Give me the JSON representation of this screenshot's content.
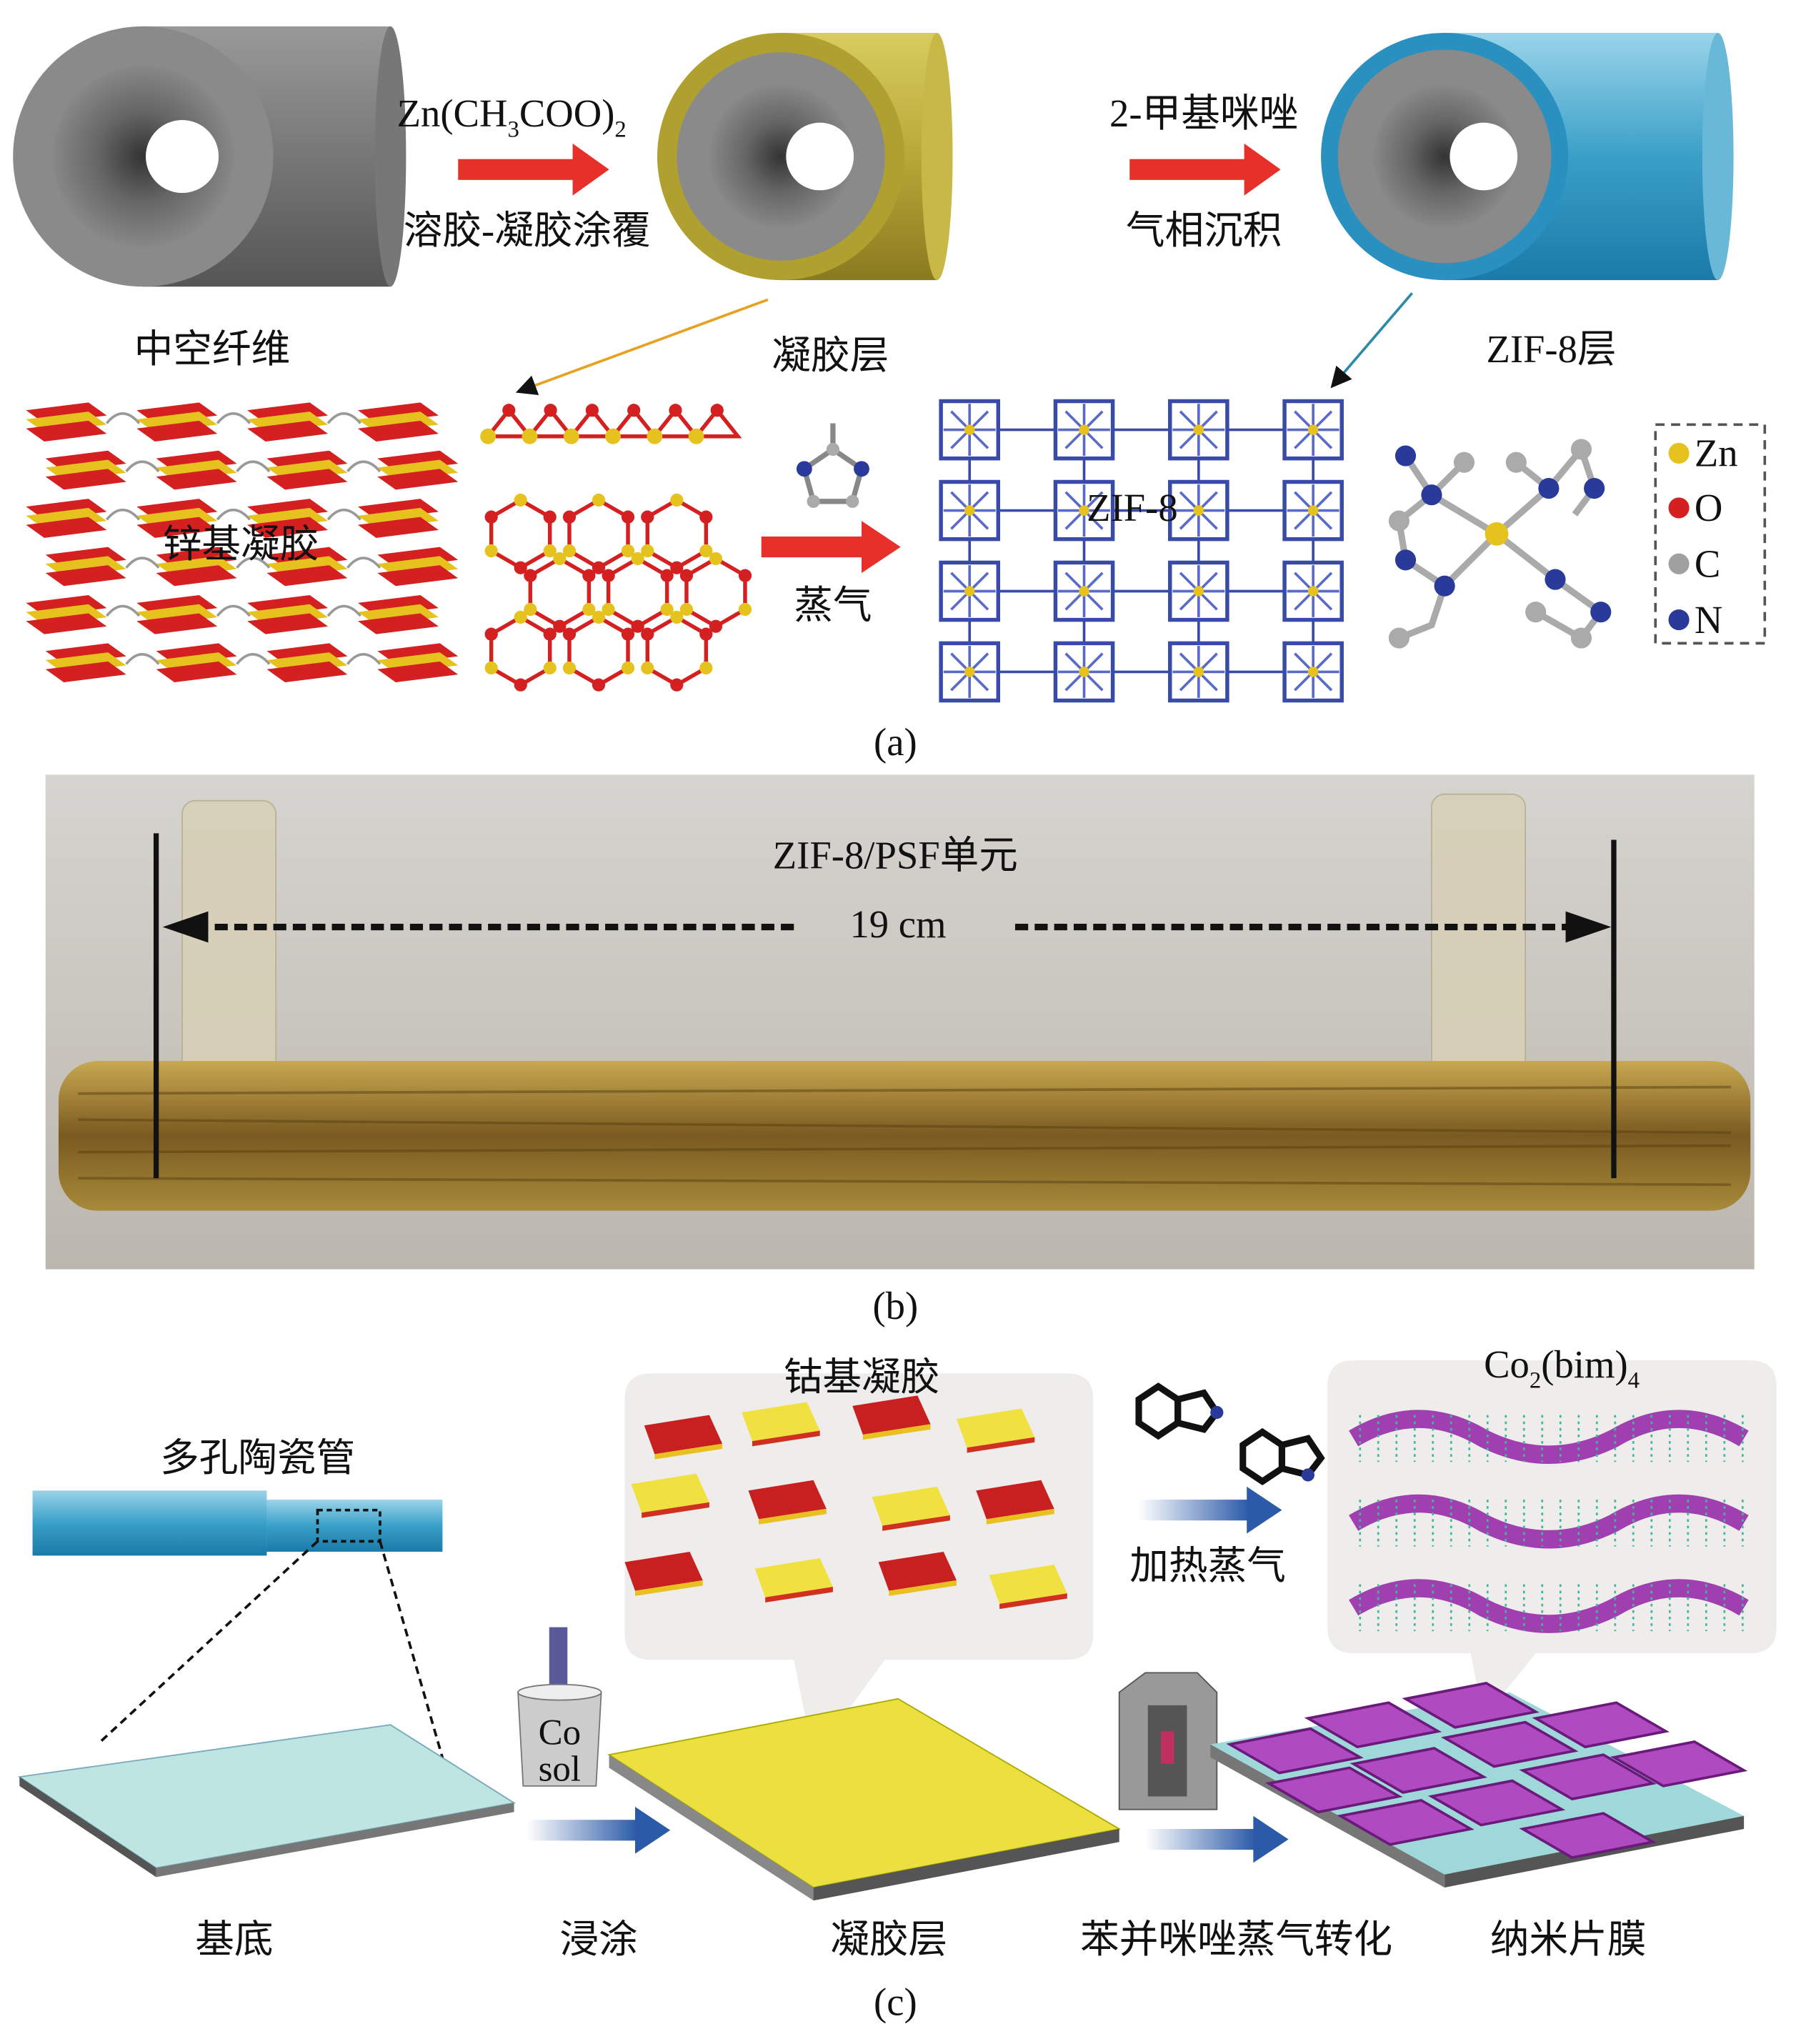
{
  "panel_a": {
    "reagent_1": "Zn(CH",
    "reagent_1_sub3": "3",
    "reagent_1_mid": "COO)",
    "reagent_1_sub2": "2",
    "step_1": "溶胶-凝胶涂覆",
    "reagent_2": "2-甲基咪唑",
    "step_2": "气相沉积",
    "tube_1_label": "中空纤维",
    "tube_2_label": "凝胶层",
    "tube_3_label": "ZIF-8层",
    "gel_label": "锌基凝胶",
    "vapor_label": "蒸气",
    "framework_label": "ZIF-8",
    "legend": [
      "Zn",
      "O",
      "C",
      "N"
    ],
    "caption": "(a)"
  },
  "panel_b": {
    "title": "ZIF-8/PSF单元",
    "length": "19 cm",
    "caption": "(b)"
  },
  "panel_c": {
    "tube_label": "多孔陶瓷管",
    "gel_label": "钴基凝胶",
    "product_main": "Co",
    "product_sub1": "2",
    "product_mid": "(bim)",
    "product_sub2": "4",
    "heat_vapor": "加热蒸气",
    "sol_line1": "Co",
    "sol_line2": "sol",
    "substrate": "基底",
    "dip_coating": "浸涂",
    "gel_layer": "凝胶层",
    "conversion": "苯并咪唑蒸气转化",
    "nanosheet_membrane": "纳米片膜",
    "caption": "(c)"
  },
  "colors": {
    "arrow_red": "#e8302a",
    "zn": "#e6c21e",
    "o": "#d42020",
    "c": "#a0a0a0",
    "n": "#2a3a9a",
    "purple": "#a040b0",
    "teal": "#3aa0c8"
  }
}
